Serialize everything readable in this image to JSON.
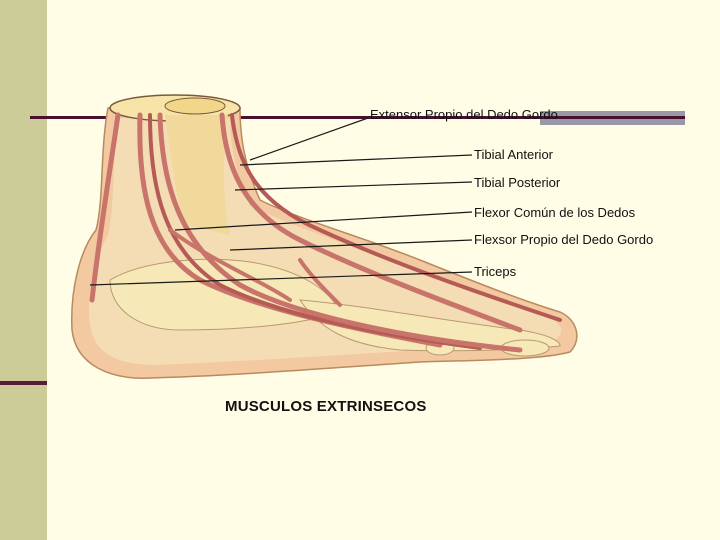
{
  "labels": {
    "extensor_propio": "Extensor Propio del Dedo Gordo",
    "tibial_anterior": "Tibial Anterior",
    "tibial_posterior": "Tibial Posterior",
    "flexor_comun": "Flexor Común de los Dedos",
    "flexsor_propio": "Flexsor Propio del Dedo Gordo",
    "triceps": "Triceps"
  },
  "caption": "MUSCULOS EXTRINSECOS",
  "colors": {
    "background": "#fffde6",
    "sidebar": "#cccc99",
    "rule": "#4a1030",
    "skin": "#f2c9a0",
    "bone": "#f7e4a8",
    "tendon": "#c8746a"
  }
}
